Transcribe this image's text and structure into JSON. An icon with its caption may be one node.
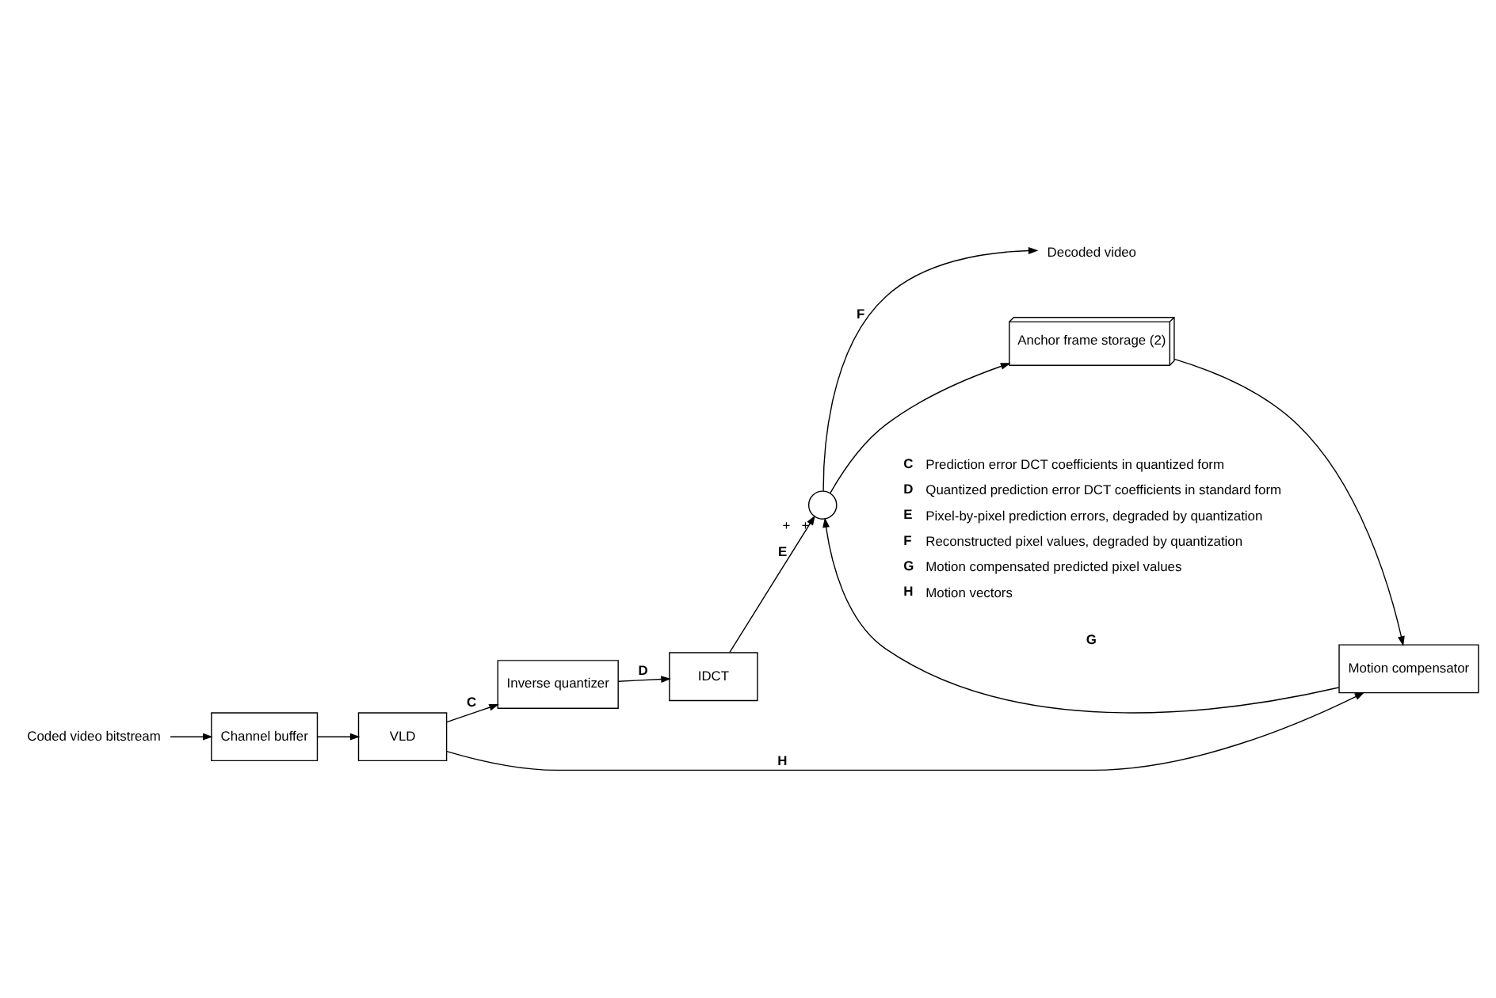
{
  "diagram": {
    "nodes": [
      {
        "text": [
          "Coded video bitstream"
        ]
      },
      {
        "text": [
          "Channel buffer"
        ]
      },
      {
        "text": [
          "VLD"
        ]
      },
      {
        "text": [
          "Inverse quantizer"
        ]
      },
      {
        "text": [
          "IDCT"
        ]
      },
      {
        "text": [],
        "shape": "circle",
        "beside": [
          "+",
          "+"
        ]
      },
      {
        "text": [
          "Decoded video"
        ]
      },
      {
        "text": [
          "Motion compensator"
        ]
      },
      {
        "text": [
          "Anchor frame storage (2)"
        ]
      }
    ],
    "edges": [
      {
        "from": 0,
        "to": 1,
        "arrow": "to"
      },
      {
        "from": 1,
        "to": 2,
        "arrow": "to"
      },
      {
        "from": 2,
        "to": 3,
        "arrow": "to",
        "label": "C"
      },
      {
        "from": 3,
        "to": 4,
        "arrow": "to",
        "label": "D"
      },
      {
        "from": 4,
        "to": 5,
        "arrow": "to",
        "label": "E"
      },
      {
        "from": 5,
        "to": 6,
        "arrow": "to",
        "label": "F"
      },
      {
        "from": 2,
        "to": 7,
        "arrow": "to",
        "label": "H"
      },
      {
        "from": 7,
        "to": 5,
        "arrow": "to",
        "label": "G"
      },
      {
        "from": 5,
        "to": 8,
        "arrow": "to"
      },
      {
        "from": 8,
        "to": 7,
        "arrow": "to"
      }
    ],
    "labels": [
      "C",
      "Prediction error DCT coefficients in quantized form",
      "D",
      "Quantized prediction error DCT coefficients in standard form",
      "E",
      "Pixel-by-pixel prediction errors, degraded by quantization",
      "F",
      "Reconstructed pixel values, degraded by quantization",
      "G",
      "Motion compensated predicted pixel values",
      "H",
      "Motion vectors"
    ]
  }
}
